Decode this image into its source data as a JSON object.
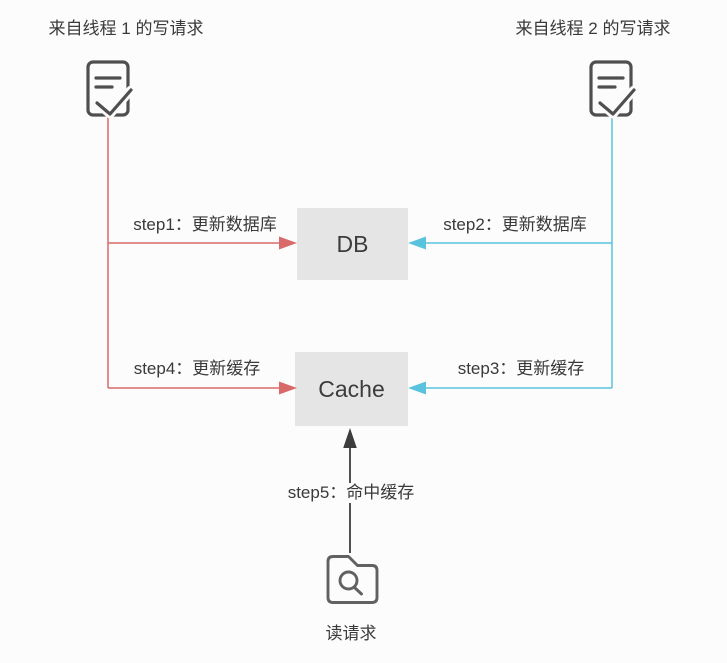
{
  "diagram": {
    "titles": {
      "thread1": "来自线程 1 的写请求",
      "thread2": "来自线程 2 的写请求"
    },
    "nodes": {
      "db_label": "DB",
      "cache_label": "Cache",
      "reader_label": "读请求"
    },
    "labels": {
      "step1": "step1：更新数据库",
      "step2": "step2：更新数据库",
      "step3": "step3：更新缓存",
      "step4": "step4：更新缓存",
      "step5": "step5：命中缓存"
    },
    "icons": {
      "thread1": "document-check-icon",
      "thread2": "document-check-icon",
      "reader": "folder-search-icon"
    },
    "colors": {
      "thread1_flow": "#d96a6a",
      "thread2_flow": "#59c3dd",
      "read_flow": "#3d3d3d",
      "node_fill": "#e5e5e5",
      "text": "#3a3a3a"
    }
  }
}
